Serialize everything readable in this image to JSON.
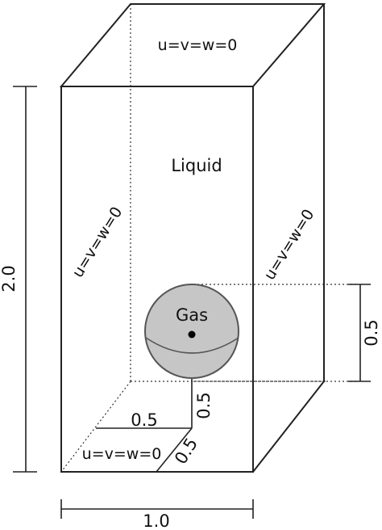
{
  "labels": {
    "top": "u=v=w=0",
    "left": "u=v=w=0",
    "right": "u=v=w=0",
    "bottom": "u=v=w=0",
    "liquid": "Liquid",
    "gas": "Gas"
  },
  "dimensions": {
    "height": "2.0",
    "width": "1.0",
    "bubble_diameter": "0.5",
    "bubble_center_x": "0.5",
    "bubble_center_z": "0.5",
    "bubble_center_y": "0.5"
  },
  "colors": {
    "bubble_fill": "#c6c6c6",
    "bubble_stroke": "#555555",
    "line": "#222222"
  }
}
